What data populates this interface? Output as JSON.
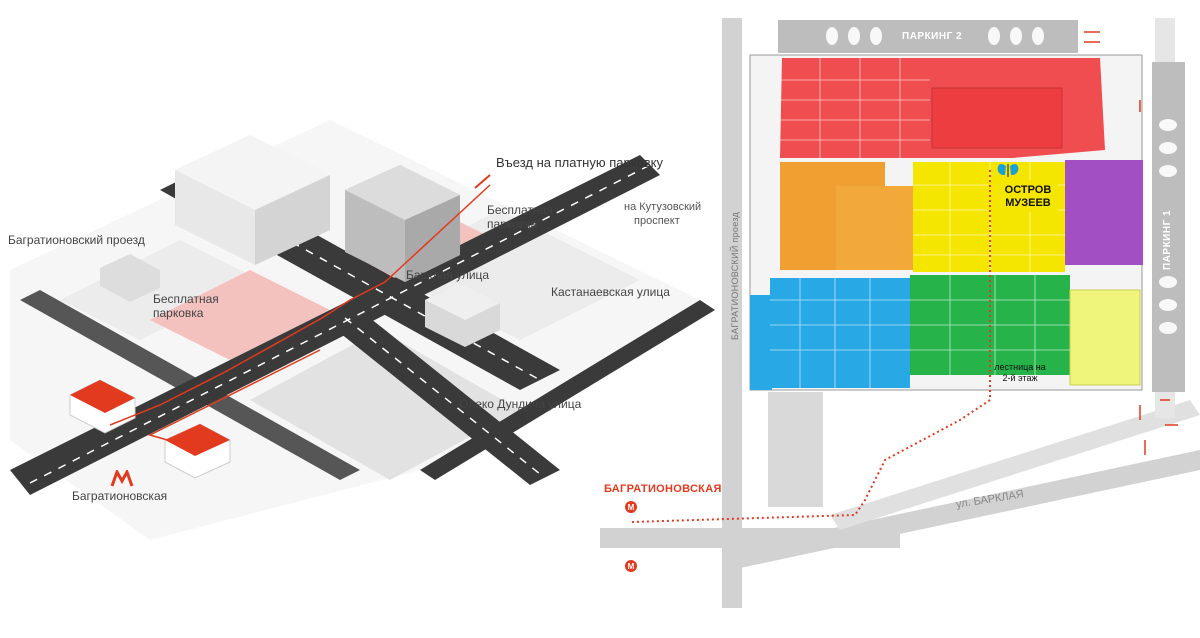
{
  "left_map": {
    "labels": {
      "paid_parking_entry": "Въезд на платную парковку",
      "to_kutuzovsky_line1": "на Кутузовский",
      "to_kutuzovsky_line2": "проспект",
      "bagrationovsky_proezd": "Багратионовский проезд",
      "free_parking_top_line1": "Бесплатная",
      "free_parking_top_line2": "парковка",
      "barklaya_street": "Барклая улица",
      "kastanaevskaya_street": "Кастанаевская улица",
      "free_parking_left_line1": "Бесплатная",
      "free_parking_left_line2": "парковка",
      "oleko_dundicha_street": "Олеко Дундича улица",
      "metro_station": "Багратионовская"
    },
    "metro_icon": "metro-m-icon"
  },
  "right_map": {
    "labels": {
      "parking2": "ПАРКИНГ 2",
      "parking1": "ПАРКИНГ 1",
      "bagrationovsky_proezd": "БАГРАТИОНОВСКИЙ проезд",
      "museum_island_line1": "ОСТРОВ",
      "museum_island_line2": "МУЗЕЕВ",
      "stairs_line1": "лестница на",
      "stairs_line2": "2-й этаж",
      "metro_station": "БАГРАТИОНОВСКАЯ",
      "street_barklaya": "ул. БАРКЛАЯ"
    },
    "icons": [
      "butterfly-icon",
      "metro-m-icon",
      "car-icon"
    ]
  },
  "colors": {
    "route_red": "#e23a1e",
    "zone_red": "#ef4d4f",
    "zone_orange": "#f0a030",
    "zone_yellow": "#f5e600",
    "zone_purple": "#a24fc4",
    "zone_blue": "#29a8e6",
    "zone_green": "#25b34a",
    "zone_lime": "#eef57a",
    "road_gray": "#cfcfcf"
  }
}
